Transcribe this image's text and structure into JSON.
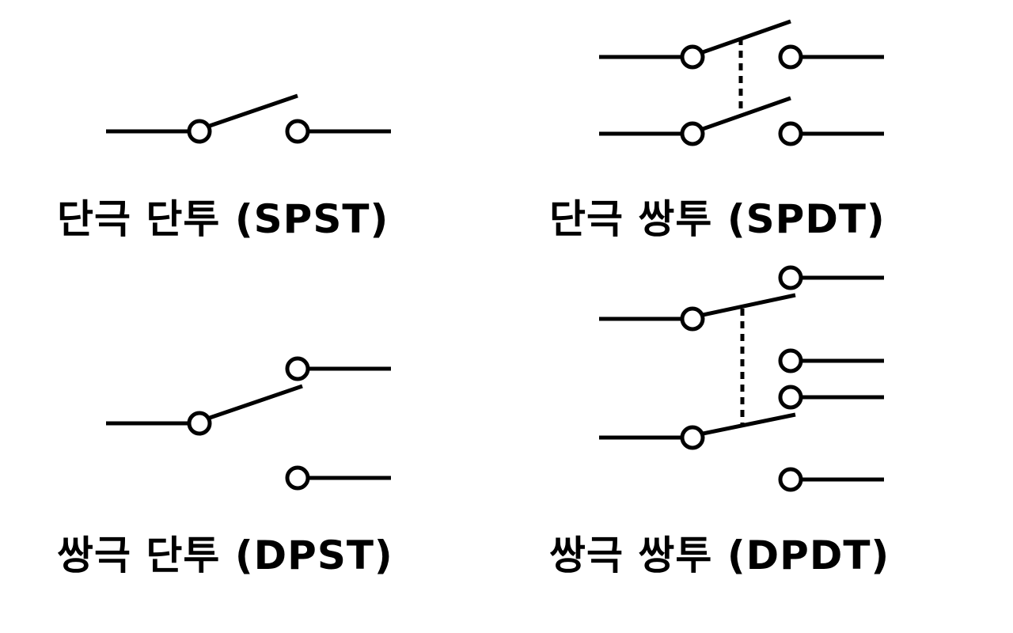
{
  "switches": {
    "spst": {
      "caption": "단극 단투 (SPST)"
    },
    "spdt": {
      "caption": "단극 쌍투 (SPDT)"
    },
    "dpst": {
      "caption": "쌍극 단투 (DPST)"
    },
    "dpdt": {
      "caption": "쌍극 쌍투 (DPDT)"
    }
  },
  "colors": {
    "stroke": "#000000",
    "background": "#ffffff"
  }
}
